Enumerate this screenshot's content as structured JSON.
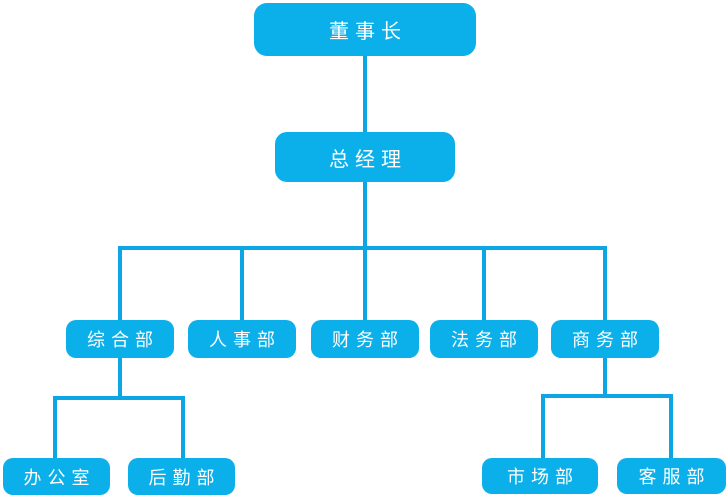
{
  "colors": {
    "node_fill": "#0bafea",
    "connector": "#0da6e4",
    "node_text": "#ffffff",
    "background": "#ffffff"
  },
  "org": {
    "nodes": [
      {
        "id": "chairman",
        "label": "董事长",
        "level": 1,
        "parent": null
      },
      {
        "id": "general-manager",
        "label": "总经理",
        "level": 2,
        "parent": "chairman"
      },
      {
        "id": "general-affairs",
        "label": "综合部",
        "level": 3,
        "parent": "general-manager"
      },
      {
        "id": "human-resources",
        "label": "人事部",
        "level": 3,
        "parent": "general-manager"
      },
      {
        "id": "finance",
        "label": "财务部",
        "level": 3,
        "parent": "general-manager"
      },
      {
        "id": "legal",
        "label": "法务部",
        "level": 3,
        "parent": "general-manager"
      },
      {
        "id": "business",
        "label": "商务部",
        "level": 3,
        "parent": "general-manager"
      },
      {
        "id": "office",
        "label": "办公室",
        "level": 4,
        "parent": "general-affairs"
      },
      {
        "id": "logistics",
        "label": "后勤部",
        "level": 4,
        "parent": "general-affairs"
      },
      {
        "id": "marketing",
        "label": "市场部",
        "level": 4,
        "parent": "business"
      },
      {
        "id": "customer-service",
        "label": "客服部",
        "level": 4,
        "parent": "business"
      }
    ]
  }
}
